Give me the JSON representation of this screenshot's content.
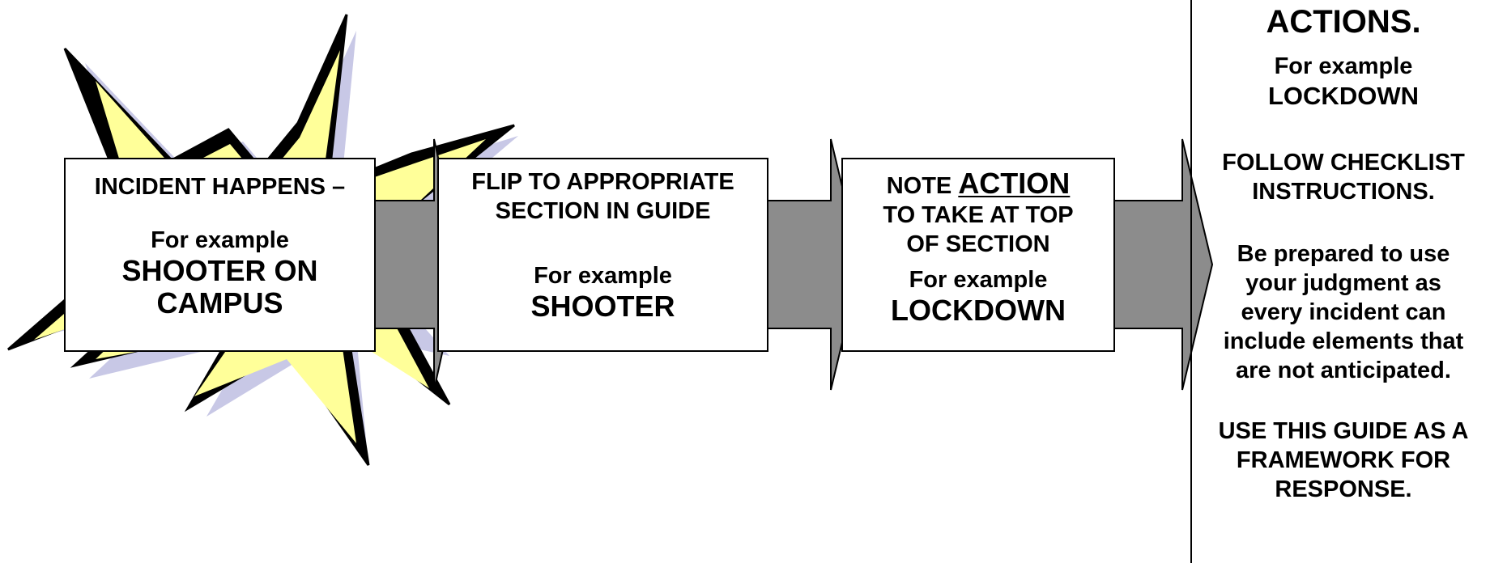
{
  "colors": {
    "burst_fill": "#ffff99",
    "burst_shadow": "#c8c8e6",
    "arrow_fill": "#8c8c8c",
    "outline": "#000000"
  },
  "step1": {
    "heading": "INCIDENT HAPPENS –",
    "example_label": "For example",
    "example_line1": "SHOOTER ON",
    "example_line2": "CAMPUS"
  },
  "step2": {
    "heading_line1": "FLIP TO APPROPRIATE",
    "heading_line2": "SECTION IN GUIDE",
    "example_label": "For example",
    "example_value": "SHOOTER"
  },
  "step3": {
    "heading_prefix": "NOTE ",
    "heading_emphasis": "ACTION",
    "heading_line2": "TO TAKE AT TOP",
    "heading_line3": "OF SECTION",
    "example_label": "For example",
    "example_value": "LOCKDOWN"
  },
  "step4": {
    "title": "ACTIONS.",
    "example_label": "For example",
    "example_value": "LOCKDOWN",
    "follow_line1": "FOLLOW CHECKLIST",
    "follow_line2": "INSTRUCTIONS.",
    "judgment_line1": "Be prepared to use",
    "judgment_line2": "your judgment as",
    "judgment_line3": "every incident can",
    "judgment_line4": "include elements that",
    "judgment_line5": "are not anticipated.",
    "guide_line1": "USE THIS GUIDE AS A",
    "guide_line2": "FRAMEWORK FOR",
    "guide_line3": "RESPONSE."
  }
}
